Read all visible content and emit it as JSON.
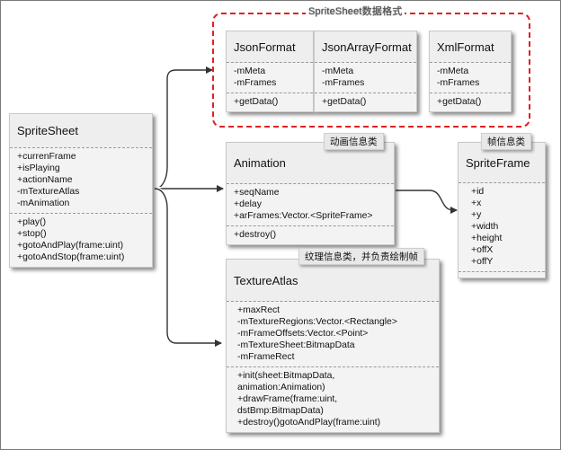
{
  "group_title": "SpriteSheet数据格式",
  "annotations": {
    "animation": "动画信息类",
    "sprite_frame": "帧信息类",
    "texture_atlas": "纹理信息类，并负责绘制帧"
  },
  "classes": {
    "sprite_sheet": {
      "name": "SpriteSheet",
      "fields": [
        "+currenFrame",
        "+isPlaying",
        "+actionName",
        "-mTextureAtlas",
        "-mAnimation"
      ],
      "methods": [
        "+play()",
        "+stop()",
        "+gotoAndPlay(frame:uint)",
        "+gotoAndStop(frame:uint)"
      ]
    },
    "json_format": {
      "name": "JsonFormat",
      "fields": [
        "-mMeta",
        "-mFrames"
      ],
      "methods": [
        "+getData()"
      ]
    },
    "json_array_format": {
      "name": "JsonArrayFormat",
      "fields": [
        "-mMeta",
        "-mFrames"
      ],
      "methods": [
        "+getData()"
      ]
    },
    "xml_format": {
      "name": "XmlFormat",
      "fields": [
        "-mMeta",
        "-mFrames"
      ],
      "methods": [
        "+getData()"
      ]
    },
    "animation": {
      "name": "Animation",
      "fields": [
        "+seqName",
        "+delay",
        "+arFrames:Vector.<SpriteFrame>"
      ],
      "methods": [
        "+destroy()"
      ]
    },
    "sprite_frame": {
      "name": "SpriteFrame",
      "fields": [
        "+id",
        "+x",
        "+y",
        "+width",
        "+height",
        "+offX",
        "+offY"
      ],
      "methods": []
    },
    "texture_atlas": {
      "name": "TextureAtlas",
      "fields": [
        "+maxRect",
        "-mTextureRegions:Vector.<Rectangle>",
        "-mFrameOffsets:Vector.<Point>",
        "-mTextureSheet:BitmapData",
        "-mFrameRect"
      ],
      "methods": [
        "+init(sheet:BitmapData,",
        "animation:Animation)",
        "+drawFrame(frame:uint,",
        "dstBmp:BitmapData)",
        "+destroy()gotoAndPlay(frame:uint)"
      ]
    }
  }
}
